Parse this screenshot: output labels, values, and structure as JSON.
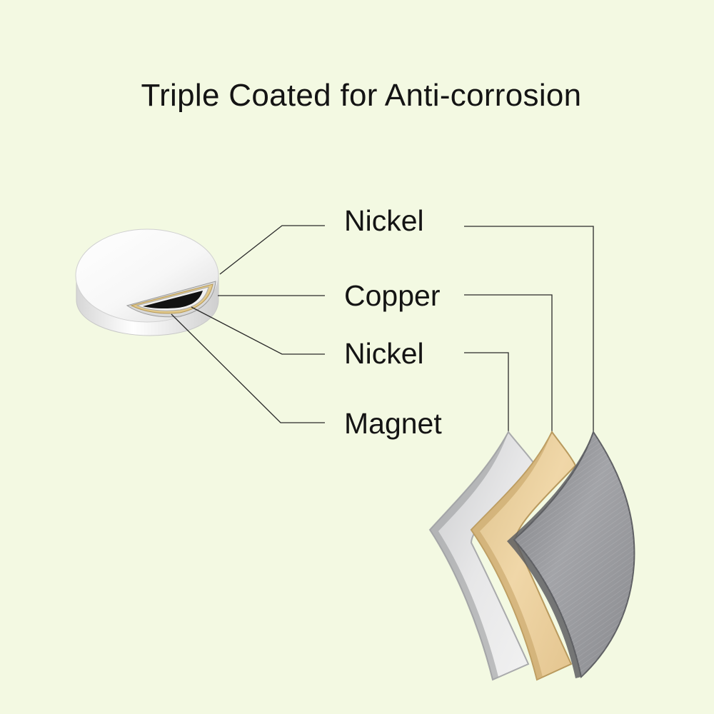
{
  "title": "Triple Coated for Anti-corrosion",
  "layers": [
    {
      "label": "Nickel",
      "color": "#8d8e92"
    },
    {
      "label": "Copper",
      "color": "#e9cfa0"
    },
    {
      "label": "Nickel",
      "color": "#dcdddd"
    },
    {
      "label": "Magnet",
      "color": "#111111"
    }
  ],
  "line_color": "#2a2a2a"
}
